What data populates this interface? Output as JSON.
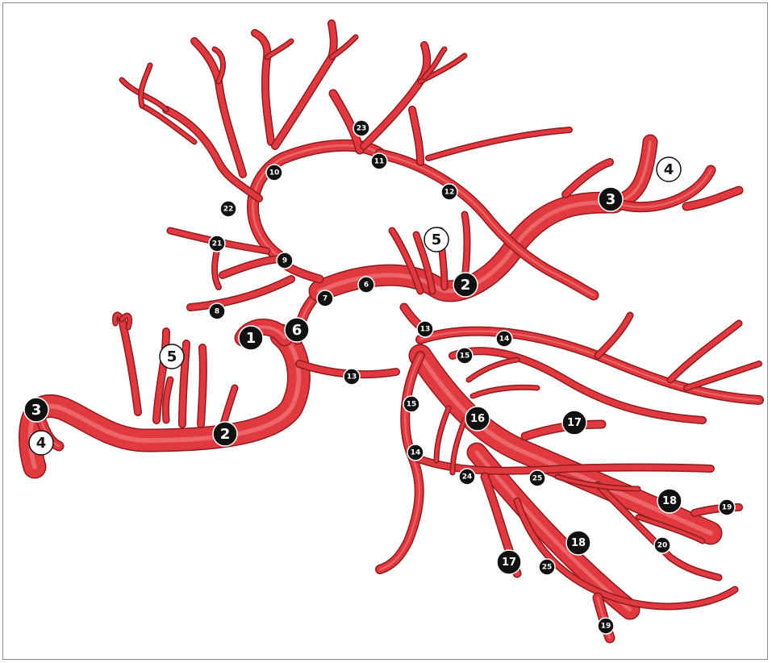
{
  "colors": {
    "vessel": "#e0393f",
    "vessel_dark": "#8e1b1f",
    "vessel_highlight": "#f48a8c",
    "label_fill": "#111111",
    "label_text": "#ffffff",
    "label_border": "#ffffff",
    "frame": "#8a8a8a"
  },
  "labels": [
    {
      "id": "L1",
      "text": "1",
      "style": "dark",
      "size": "large"
    },
    {
      "id": "L2a",
      "text": "2",
      "style": "dark",
      "size": "large"
    },
    {
      "id": "L2b",
      "text": "2",
      "style": "dark",
      "size": "large"
    },
    {
      "id": "L3a",
      "text": "3",
      "style": "dark",
      "size": "large"
    },
    {
      "id": "L3b",
      "text": "3",
      "style": "dark",
      "size": "large"
    },
    {
      "id": "L4a",
      "text": "4",
      "style": "light",
      "size": "large"
    },
    {
      "id": "L4b",
      "text": "4",
      "style": "light",
      "size": "large"
    },
    {
      "id": "L5a",
      "text": "5",
      "style": "light",
      "size": "large"
    },
    {
      "id": "L5b",
      "text": "5",
      "style": "light",
      "size": "large"
    },
    {
      "id": "L6a",
      "text": "6",
      "style": "dark",
      "size": "small"
    },
    {
      "id": "L6b",
      "text": "6",
      "style": "dark",
      "size": "large"
    },
    {
      "id": "L7",
      "text": "7",
      "style": "dark",
      "size": "small"
    },
    {
      "id": "L8",
      "text": "8",
      "style": "dark",
      "size": "small"
    },
    {
      "id": "L9",
      "text": "9",
      "style": "dark",
      "size": "small"
    },
    {
      "id": "L10",
      "text": "10",
      "style": "dark",
      "size": "small"
    },
    {
      "id": "L11",
      "text": "11",
      "style": "dark",
      "size": "small"
    },
    {
      "id": "L12",
      "text": "12",
      "style": "dark",
      "size": "small"
    },
    {
      "id": "L13a",
      "text": "13",
      "style": "dark",
      "size": "small"
    },
    {
      "id": "L13b",
      "text": "13",
      "style": "dark",
      "size": "small"
    },
    {
      "id": "L14a",
      "text": "14",
      "style": "dark",
      "size": "small"
    },
    {
      "id": "L14b",
      "text": "14",
      "style": "dark",
      "size": "small"
    },
    {
      "id": "L15a",
      "text": "15",
      "style": "dark",
      "size": "small"
    },
    {
      "id": "L15b",
      "text": "15",
      "style": "dark",
      "size": "small"
    },
    {
      "id": "L16",
      "text": "16",
      "style": "dark",
      "size": "large"
    },
    {
      "id": "L17a",
      "text": "17",
      "style": "dark",
      "size": "large"
    },
    {
      "id": "L17b",
      "text": "17",
      "style": "dark",
      "size": "large"
    },
    {
      "id": "L18a",
      "text": "18",
      "style": "dark",
      "size": "large"
    },
    {
      "id": "L18b",
      "text": "18",
      "style": "dark",
      "size": "large"
    },
    {
      "id": "L19a",
      "text": "19",
      "style": "dark",
      "size": "small"
    },
    {
      "id": "L19b",
      "text": "19",
      "style": "dark",
      "size": "small"
    },
    {
      "id": "L20",
      "text": "20",
      "style": "dark",
      "size": "small"
    },
    {
      "id": "L21",
      "text": "21",
      "style": "dark",
      "size": "small"
    },
    {
      "id": "L22",
      "text": "22",
      "style": "dark",
      "size": "small"
    },
    {
      "id": "L23",
      "text": "23",
      "style": "dark",
      "size": "small"
    },
    {
      "id": "L24",
      "text": "24",
      "style": "dark",
      "size": "small"
    },
    {
      "id": "L25a",
      "text": "25",
      "style": "dark",
      "size": "small"
    },
    {
      "id": "L25b",
      "text": "25",
      "style": "dark",
      "size": "small"
    }
  ]
}
